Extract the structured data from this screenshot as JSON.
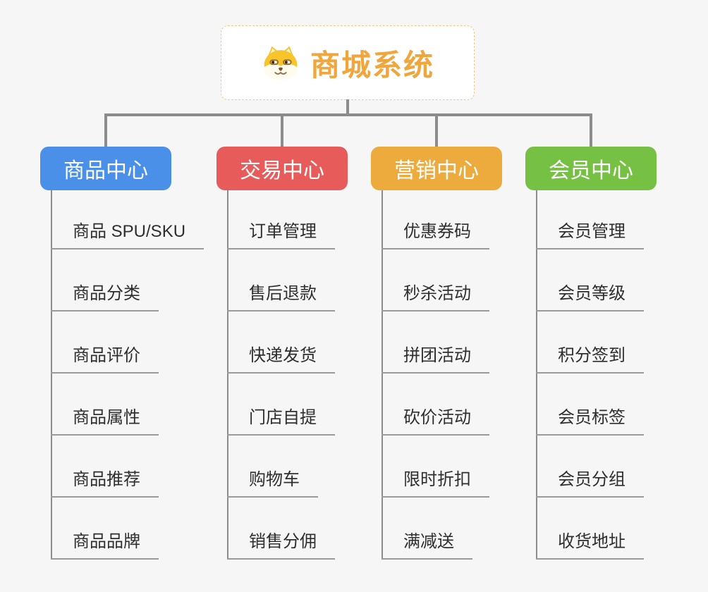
{
  "root": {
    "title": "商城系统",
    "icon": "dog-face-icon",
    "title_color": "#F0A63C",
    "border_color": "#F0C988"
  },
  "canvas": {
    "background": "#F6F6F6",
    "connector_color": "#8C8C8C"
  },
  "branches": [
    {
      "label": "商品中心",
      "color": "#4A90E8",
      "items": [
        "商品 SPU/SKU",
        "商品分类",
        "商品评价",
        "商品属性",
        "商品推荐",
        "商品品牌"
      ]
    },
    {
      "label": "交易中心",
      "color": "#E85B5B",
      "items": [
        "订单管理",
        "售后退款",
        "快递发货",
        "门店自提",
        "购物车",
        "销售分佣"
      ]
    },
    {
      "label": "营销中心",
      "color": "#EDAB3D",
      "items": [
        "优惠券码",
        "秒杀活动",
        "拼团活动",
        "砍价活动",
        "限时折扣",
        "满减送"
      ]
    },
    {
      "label": "会员中心",
      "color": "#76C144",
      "items": [
        "会员管理",
        "会员等级",
        "积分签到",
        "会员标签",
        "会员分组",
        "收货地址"
      ]
    }
  ]
}
